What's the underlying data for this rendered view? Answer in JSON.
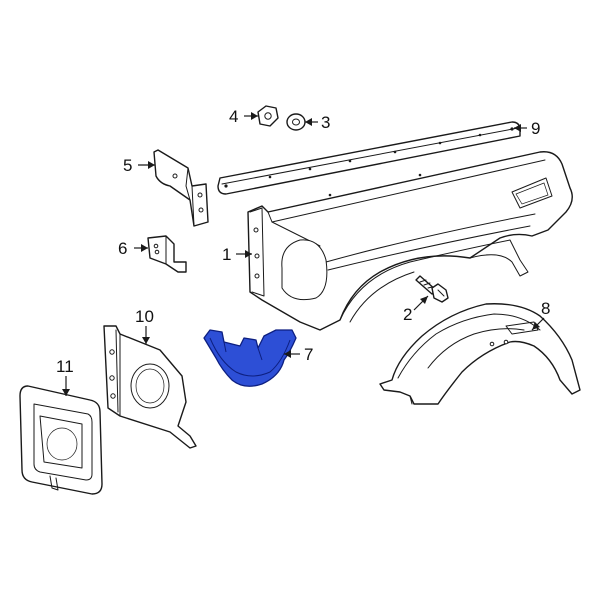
{
  "callouts": [
    {
      "id": "1",
      "label": "1"
    },
    {
      "id": "2",
      "label": "2"
    },
    {
      "id": "3",
      "label": "3"
    },
    {
      "id": "4",
      "label": "4"
    },
    {
      "id": "5",
      "label": "5"
    },
    {
      "id": "6",
      "label": "6"
    },
    {
      "id": "7",
      "label": "7"
    },
    {
      "id": "8",
      "label": "8"
    },
    {
      "id": "9",
      "label": "9"
    },
    {
      "id": "10",
      "label": "10"
    },
    {
      "id": "11",
      "label": "11"
    }
  ],
  "highlighted_part": "7",
  "colors": {
    "highlight_fill": "#2d4fd6",
    "highlight_stroke": "#0d1f80",
    "line": "#1a1a1a",
    "background": "#ffffff"
  }
}
